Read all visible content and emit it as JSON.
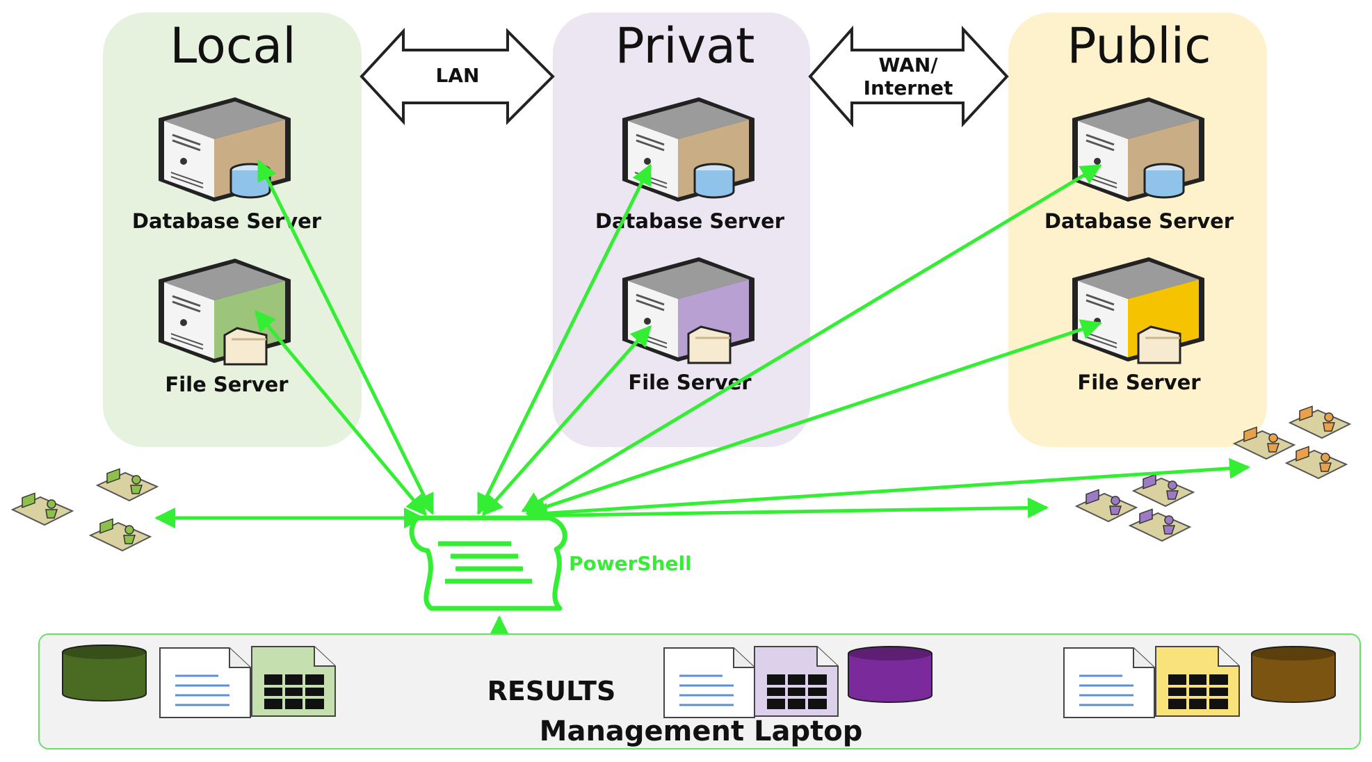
{
  "zones": [
    {
      "title": "Local",
      "color": "#e6f1de"
    },
    {
      "title": "Privat",
      "color": "#ece6f2"
    },
    {
      "title": "Public",
      "color": "#fdf2cc"
    }
  ],
  "servers": {
    "local": {
      "database": "Database Server",
      "file": "File Server"
    },
    "privat": {
      "database": "Database Server",
      "file": "File Server"
    },
    "public": {
      "database": "Database Server",
      "file": "File Server"
    }
  },
  "connections": {
    "lan": "LAN",
    "wan_line1": "WAN/",
    "wan_line2": "Internet"
  },
  "powershell": {
    "label": "PowerShell",
    "color": "#33ee33"
  },
  "results": {
    "label": "RESULTS",
    "laptop_label": "Management Laptop"
  },
  "colors": {
    "arrow": "#33ee33",
    "local_accent": "#4a6b22",
    "privat_accent": "#7b2a9b",
    "public_accent": "#f5c400",
    "public_db_disk": "#7a5410"
  },
  "icons": [
    "database-server-icon",
    "file-server-icon",
    "workstation-group-icon",
    "scroll-icon",
    "database-cylinder-icon",
    "document-icon",
    "spreadsheet-icon",
    "double-arrow-icon"
  ]
}
